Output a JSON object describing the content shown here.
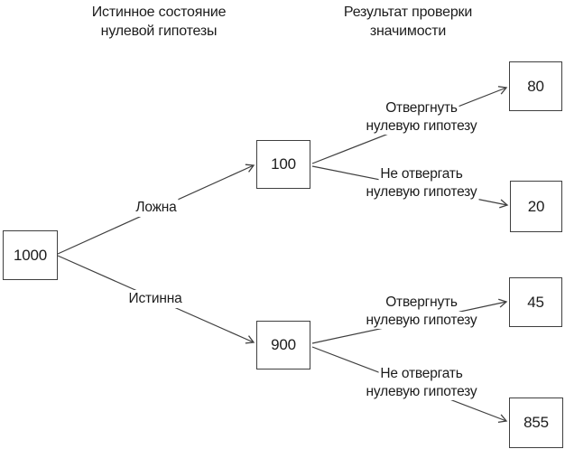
{
  "diagram": {
    "column_headers": {
      "left": {
        "line1": "Истинное состояние",
        "line2": "нулевой гипотезы"
      },
      "right": {
        "line1": "Результат проверки",
        "line2": "значимости"
      }
    },
    "root_node": {
      "value": "1000"
    },
    "level1_nodes": {
      "false_branch": {
        "value": "100"
      },
      "true_branch": {
        "value": "900"
      }
    },
    "outcome_nodes": {
      "false_reject": {
        "value": "80"
      },
      "false_not_reject": {
        "value": "20"
      },
      "true_reject": {
        "value": "45"
      },
      "true_not_reject": {
        "value": "855"
      }
    },
    "branch_labels": {
      "false_branch": "Ложна",
      "true_branch": "Истинна",
      "false_reject": {
        "line1": "Отвергнуть",
        "line2": "нулевую гипотезу"
      },
      "false_not_reject": {
        "line1": "Не отвергать",
        "line2": "нулевую гипотезу"
      },
      "true_reject": {
        "line1": "Отвергнуть",
        "line2": "нулевую гипотезу"
      },
      "true_not_reject": {
        "line1": "Не отвергать",
        "line2": "нулевую гипотезу"
      }
    },
    "colors": {
      "background": "#ffffff",
      "line": "#3f3f3f",
      "box_border": "#3f3f3f",
      "text": "#1c1c1c"
    }
  }
}
